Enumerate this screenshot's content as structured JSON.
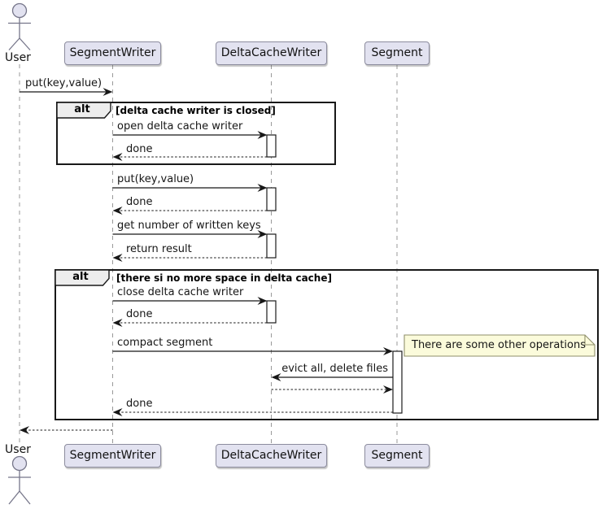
{
  "diagram_title": "sequence-diagram",
  "actors": {
    "top_label": "User",
    "bottom_label": "User"
  },
  "participants": [
    {
      "label": "SegmentWriter"
    },
    {
      "label": "DeltaCacheWriter"
    },
    {
      "label": "Segment"
    }
  ],
  "fragments": {
    "alt1": {
      "operator": "alt",
      "condition": "[delta cache writer is closed]"
    },
    "alt2": {
      "operator": "alt",
      "condition": "[there si no more space in delta cache]"
    }
  },
  "messages": {
    "user_put": "put(key,value)",
    "open_writer": "open delta cache writer",
    "open_writer_reply": "done",
    "put": "put(key,value)",
    "put_reply": "done",
    "get_keys": "get number of written keys",
    "get_keys_reply": "return result",
    "close_writer": "close delta cache writer",
    "close_writer_reply": "done",
    "compact": "compact segment",
    "evict": "evict all, delete files",
    "compact_reply": "done"
  },
  "note": {
    "text": "There are some other operations"
  },
  "colors": {
    "participant_fill": "#E2E2F0",
    "participant_border": "#8C8C9E",
    "lifeline": "#999999",
    "frame_border": "#181818",
    "operator_fill": "#EDEDED",
    "note_fill": "#FBFBDB",
    "note_border": "#8F8F6B",
    "arrow": "#181818",
    "activation_fill": "#FFFFFF"
  }
}
